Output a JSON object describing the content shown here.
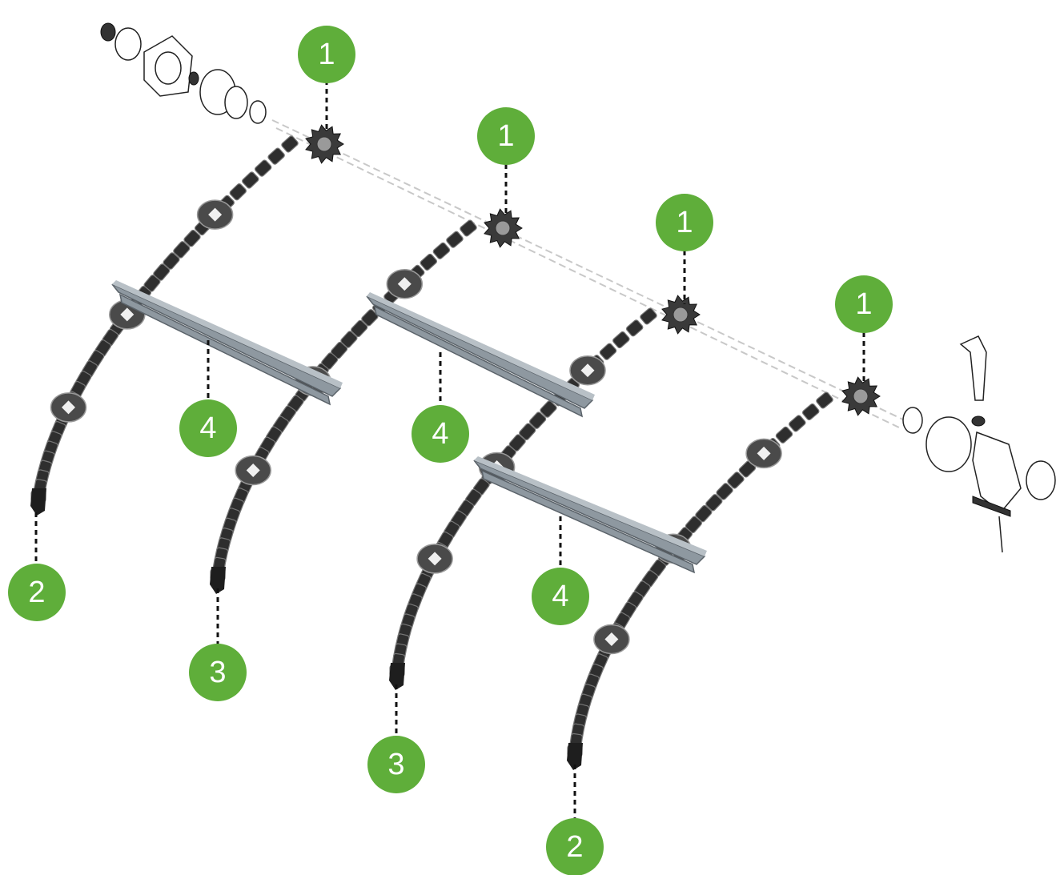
{
  "colors": {
    "callout_fill": "#5fae3a",
    "callout_text": "#ffffff",
    "chain": "#2e2e2e",
    "slat": "#8e98a0"
  },
  "callouts": {
    "sprocket": "1",
    "chain_outer": "2",
    "chain_inner": "3",
    "slat": "4"
  }
}
